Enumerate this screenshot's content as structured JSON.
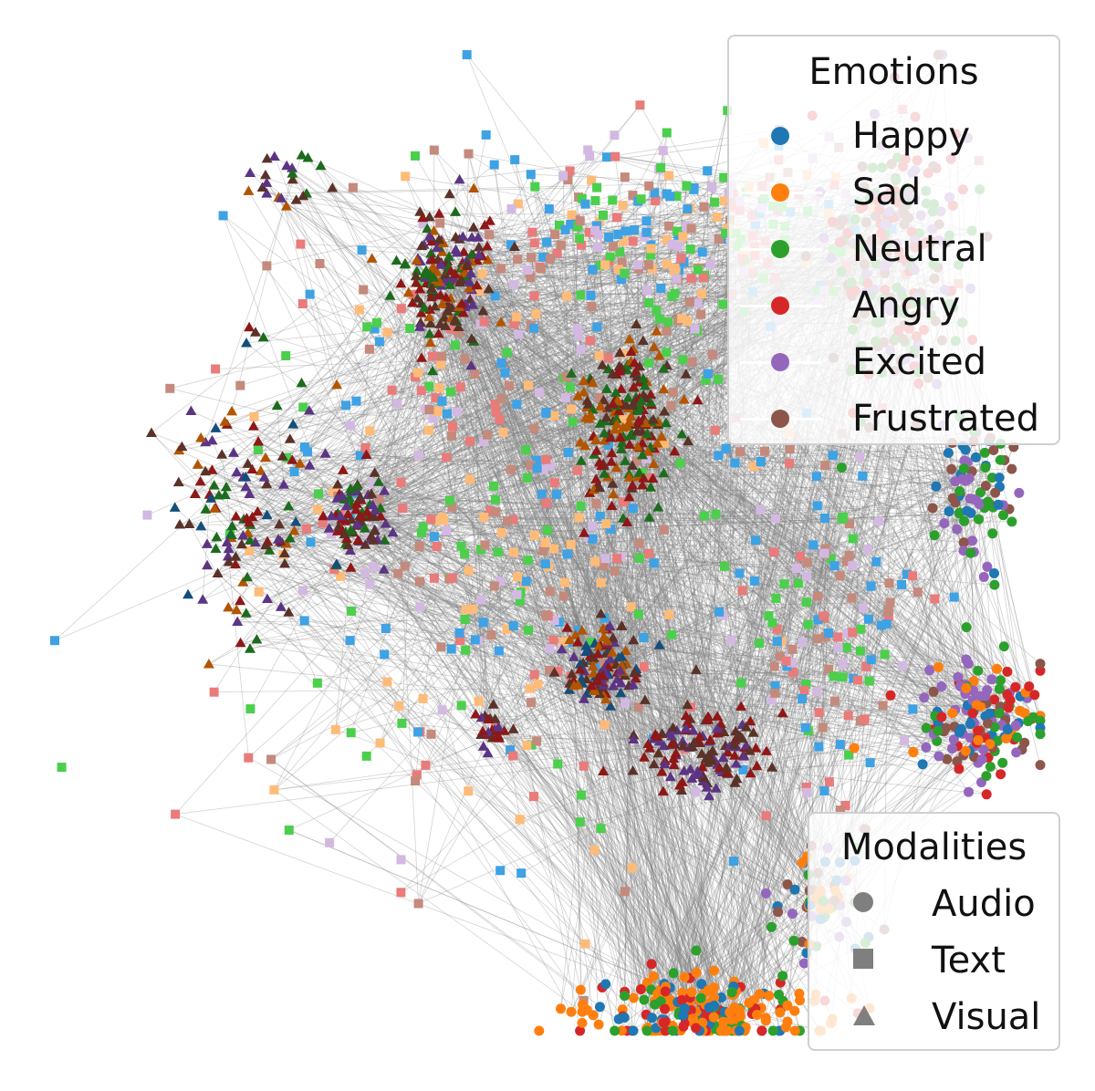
{
  "chart_data": {
    "type": "scatter",
    "title": "",
    "xlabel": "",
    "ylabel": "",
    "axes_visible": false,
    "grid": false,
    "edge_color": "#808080",
    "legends": [
      {
        "title": "Emotions",
        "placement": "top-right",
        "entries": [
          {
            "label": "Happy",
            "color": "#1f77b4"
          },
          {
            "label": "Sad",
            "color": "#ff7f0e"
          },
          {
            "label": "Neutral",
            "color": "#2ca02c"
          },
          {
            "label": "Angry",
            "color": "#d62728"
          },
          {
            "label": "Excited",
            "color": "#9467bd"
          },
          {
            "label": "Frustrated",
            "color": "#8c564b"
          }
        ]
      },
      {
        "title": "Modalities",
        "placement": "bottom-right",
        "entries": [
          {
            "label": "Audio",
            "marker": "circle",
            "color": "#7f7f7f"
          },
          {
            "label": "Text",
            "marker": "square",
            "color": "#7f7f7f"
          },
          {
            "label": "Visual",
            "marker": "triangle",
            "color": "#7f7f7f"
          }
        ]
      }
    ],
    "modality_palettes": {
      "Audio": {
        "Happy": "#1f77b4",
        "Sad": "#ff7f0e",
        "Neutral": "#2ca02c",
        "Angry": "#d62728",
        "Excited": "#9467bd",
        "Frustrated": "#8c564b"
      },
      "Text": {
        "Happy": "#3ea2e4",
        "Sad": "#ffbb78",
        "Neutral": "#4ccf4c",
        "Angry": "#e97b7b",
        "Excited": "#d3b9e2",
        "Frustrated": "#c48a7c"
      },
      "Visual": {
        "Happy": "#144e7a",
        "Sad": "#b25500",
        "Neutral": "#1d6b1d",
        "Angry": "#8e1717",
        "Excited": "#5c3484",
        "Frustrated": "#5a3228"
      }
    },
    "clusters": [
      {
        "modality": "Visual",
        "mix": [
          "Frustrated",
          "Angry",
          "Neutral",
          "Excited",
          "Sad"
        ],
        "cx": -0.3,
        "cy": 0.62,
        "rx": 0.09,
        "ry": 0.14,
        "n": 170
      },
      {
        "modality": "Visual",
        "mix": [
          "Frustrated",
          "Neutral",
          "Angry",
          "Excited"
        ],
        "cx": -0.5,
        "cy": 0.05,
        "rx": 0.07,
        "ry": 0.09,
        "n": 80
      },
      {
        "modality": "Visual",
        "mix": [
          "Angry",
          "Frustrated",
          "Neutral",
          "Sad"
        ],
        "cx": 0.12,
        "cy": 0.28,
        "rx": 0.1,
        "ry": 0.18,
        "n": 190
      },
      {
        "modality": "Visual",
        "mix": [
          "Excited",
          "Angry",
          "Frustrated",
          "Happy",
          "Sad"
        ],
        "cx": 0.07,
        "cy": -0.3,
        "rx": 0.08,
        "ry": 0.09,
        "n": 110
      },
      {
        "modality": "Visual",
        "mix": [
          "Excited",
          "Frustrated",
          "Angry"
        ],
        "cx": 0.3,
        "cy": -0.5,
        "rx": 0.13,
        "ry": 0.09,
        "n": 130
      },
      {
        "modality": "Visual",
        "mix": [
          "Excited",
          "Frustrated",
          "Angry"
        ],
        "cx": -0.2,
        "cy": -0.45,
        "rx": 0.05,
        "ry": 0.04,
        "n": 25
      },
      {
        "modality": "Visual",
        "mix": [
          "Sad",
          "Frustrated",
          "Neutral",
          "Happy",
          "Excited",
          "Angry"
        ],
        "cx": -0.78,
        "cy": 0.05,
        "rx": 0.14,
        "ry": 0.3,
        "n": 120
      },
      {
        "modality": "Visual",
        "mix": [
          "Frustrated",
          "Neutral",
          "Sad",
          "Excited"
        ],
        "cx": -0.68,
        "cy": 0.84,
        "rx": 0.1,
        "ry": 0.08,
        "n": 22
      },
      {
        "modality": "Text",
        "mix": [
          "Sad",
          "Angry",
          "Excited",
          "Neutral",
          "Frustrated",
          "Happy"
        ],
        "cx": -0.15,
        "cy": 0.1,
        "rx": 0.55,
        "ry": 0.7,
        "n": 420
      },
      {
        "modality": "Text",
        "mix": [
          "Excited",
          "Angry",
          "Sad",
          "Neutral",
          "Frustrated",
          "Happy"
        ],
        "cx": 0.3,
        "cy": 0.7,
        "rx": 0.45,
        "ry": 0.22,
        "n": 260
      },
      {
        "modality": "Text",
        "mix": [
          "Excited",
          "Neutral",
          "Frustrated",
          "Happy",
          "Angry"
        ],
        "cx": 0.6,
        "cy": -0.2,
        "rx": 0.2,
        "ry": 0.35,
        "n": 130
      },
      {
        "modality": "Audio",
        "mix": [
          "Sad",
          "Sad",
          "Sad",
          "Neutral",
          "Angry",
          "Happy"
        ],
        "cx": 0.3,
        "cy": -1.1,
        "rx": 0.23,
        "ry": 0.09,
        "n": 230
      },
      {
        "modality": "Audio",
        "mix": [
          "Sad",
          "Neutral",
          "Happy",
          "Excited",
          "Frustrated"
        ],
        "cx": 0.57,
        "cy": -0.86,
        "rx": 0.1,
        "ry": 0.12,
        "n": 60
      },
      {
        "modality": "Audio",
        "mix": [
          "Neutral",
          "Frustrated",
          "Angry",
          "Sad",
          "Excited",
          "Happy"
        ],
        "cx": 0.95,
        "cy": -0.42,
        "rx": 0.14,
        "ry": 0.13,
        "n": 150
      },
      {
        "modality": "Audio",
        "mix": [
          "Frustrated",
          "Neutral",
          "Excited",
          "Happy"
        ],
        "cx": 0.93,
        "cy": 0.1,
        "rx": 0.09,
        "ry": 0.18,
        "n": 80
      },
      {
        "modality": "Audio",
        "mix": [
          "Frustrated",
          "Excited",
          "Neutral",
          "Angry"
        ],
        "cx": 0.75,
        "cy": 0.65,
        "rx": 0.14,
        "ry": 0.3,
        "n": 220
      }
    ]
  }
}
